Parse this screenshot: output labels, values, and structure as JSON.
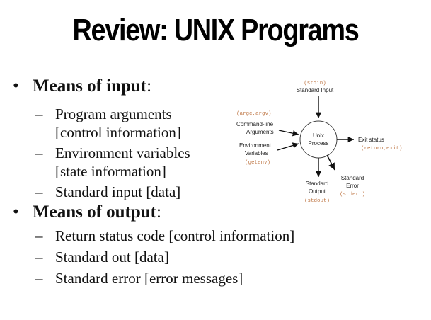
{
  "slide": {
    "title": "Review: UNIX Programs",
    "input": {
      "heading": "Means of input",
      "colon": ":",
      "items": [
        {
          "line1": "Program arguments",
          "line2": "[control information]"
        },
        {
          "line1": "Environment variables",
          "line2": "[state information]"
        },
        {
          "line1": "Standard input [data]",
          "line2": ""
        }
      ]
    },
    "output": {
      "heading": "Means of output",
      "colon": ":",
      "items": [
        "Return status code [control information]",
        "Standard out [data]",
        "Standard error [error messages]"
      ]
    },
    "bullet_glyph": "•",
    "dash_glyph": "–"
  },
  "diagram": {
    "center": [
      "Unix",
      "Process"
    ],
    "stdin_code": "(stdin)",
    "stdin_label": "Standard Input",
    "args_code": "(argc,argv)",
    "args_label": [
      "Command-line",
      "Arguments"
    ],
    "env_label": [
      "Environment",
      "Variables"
    ],
    "env_code": "(getenv)",
    "exit_label": "Exit status",
    "exit_code": "(return,exit)",
    "stdout_label": [
      "Standard",
      "Output"
    ],
    "stdout_code": "(stdout)",
    "stderr_label": [
      "Standard",
      "Error"
    ],
    "stderr_code": "(stderr)",
    "code_color": "#c07a4a"
  }
}
